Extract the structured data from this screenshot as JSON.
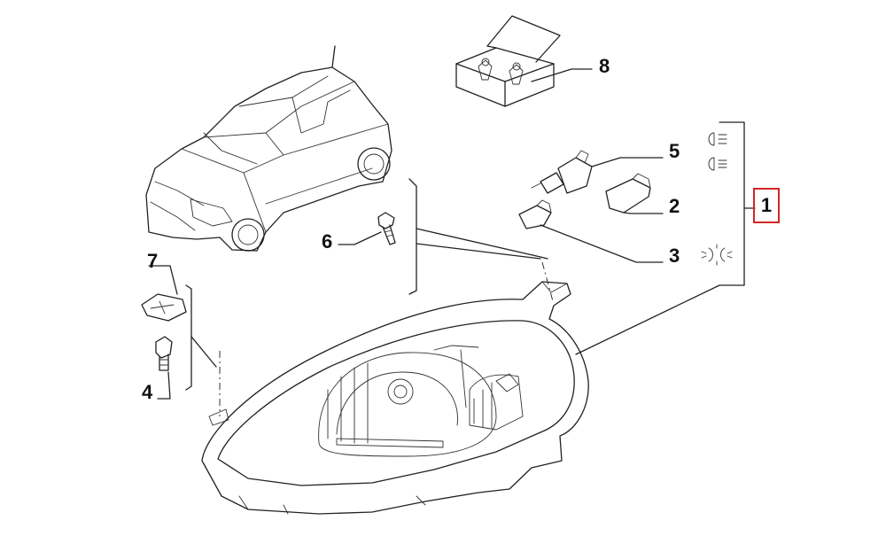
{
  "diagram": {
    "callouts": [
      {
        "id": "1",
        "label": "1",
        "highlighted": true
      },
      {
        "id": "2",
        "label": "2"
      },
      {
        "id": "3",
        "label": "3"
      },
      {
        "id": "4",
        "label": "4"
      },
      {
        "id": "5",
        "label": "5"
      },
      {
        "id": "6",
        "label": "6"
      },
      {
        "id": "7",
        "label": "7"
      },
      {
        "id": "8",
        "label": "8"
      }
    ],
    "colors": {
      "line": "#222222",
      "highlight": "#d32626",
      "background": "#ffffff"
    },
    "icons": [
      "car-illustration-icon",
      "headlamp-assembly-icon",
      "bulb-kit-box-icon",
      "h4-bulb-icon",
      "wedge-bulb-icon",
      "bolt-icon",
      "clip-nut-icon",
      "low-beam-symbol-icon",
      "high-beam-symbol-icon",
      "position-light-symbol-icon"
    ]
  }
}
